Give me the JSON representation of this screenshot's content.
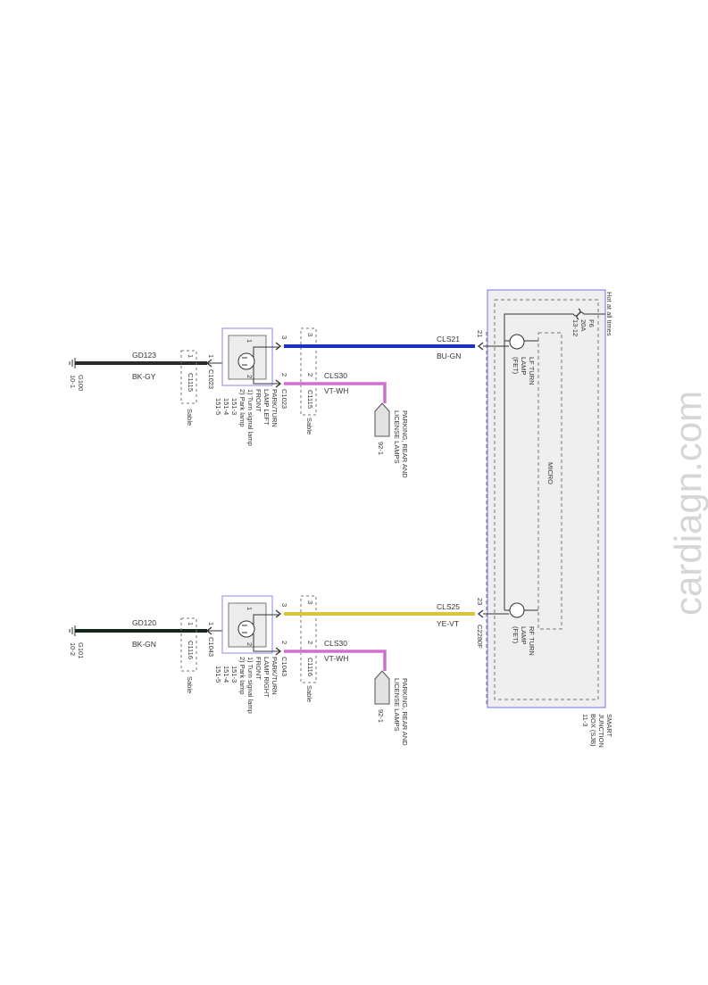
{
  "watermark": "cardiagn.com",
  "sjb": {
    "hot_label": "Hot at all times",
    "fuse": {
      "name": "F6",
      "rating": "20A",
      "ref": "13-12"
    },
    "lf_lamp": [
      "LF TURN",
      "LAMP",
      "(FET)"
    ],
    "rf_lamp": [
      "RF TURN",
      "LAMP",
      "(FET)"
    ],
    "micro": "MICRO",
    "title": [
      "SMART",
      "JUNCTION",
      "BOX (SJB)",
      "11-3"
    ],
    "connector": "C2280F",
    "colors": {
      "border": "#8a8ae8",
      "fill": "#efefef"
    }
  },
  "left": {
    "ground": {
      "name": "G100",
      "ref": "10-1"
    },
    "ground_circuit": "GD123",
    "ground_color": "BK-GY",
    "inline_pin1": "1",
    "inline_connector": "C1115",
    "inline_variant": "Sable",
    "lamp_pin_gnd": "1",
    "lamp_connector": "C1023",
    "refs": [
      "151-3",
      "151-4",
      "151-5"
    ],
    "lamp_title": [
      "PARK/TURN",
      "LAMP LEFT",
      "FRONT",
      "1) Turn signal lamp",
      "2) Park lamp"
    ],
    "lamp_pins": {
      "p1": "1",
      "p2": "2"
    },
    "pin3": "3",
    "pin2": "2",
    "inline2_pin3": "3",
    "inline2_pin2": "2",
    "inline2_connector": "C1115",
    "inline2_variant": "Sable",
    "turn_circuit": "CLS21",
    "turn_color": "BU-GN",
    "turn_wire_hex": "#1c2fc4",
    "park_circuit": "CLS30",
    "park_color": "VT-WH",
    "park_dest": [
      "PARKING, REAR AND",
      "LICENSE LAMPS"
    ],
    "park_dest_ref": "92-1",
    "sjb_pin": "21"
  },
  "right": {
    "ground": {
      "name": "G101",
      "ref": "10-2"
    },
    "ground_circuit": "GD120",
    "ground_color": "BK-GN",
    "inline_pin1": "1",
    "inline_connector": "C1116",
    "inline_variant": "Sable",
    "lamp_pin_gnd": "1",
    "lamp_connector": "C1043",
    "refs": [
      "151-3",
      "151-4",
      "151-5"
    ],
    "lamp_title": [
      "PARK/TURN",
      "LAMP RIGHT",
      "FRONT",
      "1) Turn signal lamp",
      "2) Park lamp"
    ],
    "lamp_pins": {
      "p1": "1",
      "p2": "2"
    },
    "pin3": "3",
    "pin2": "2",
    "inline2_pin3": "3",
    "inline2_pin2": "2",
    "inline2_connector": "C1116",
    "inline2_variant": "Sable",
    "turn_circuit": "CLS25",
    "turn_color": "YE-VT",
    "turn_wire_hex": "#dcc43a",
    "park_circuit": "CLS30",
    "park_color": "VT-WH",
    "park_dest": [
      "PARKING, REAR AND",
      "LICENSE LAMPS"
    ],
    "park_dest_ref": "92-1",
    "sjb_pin": "23"
  }
}
